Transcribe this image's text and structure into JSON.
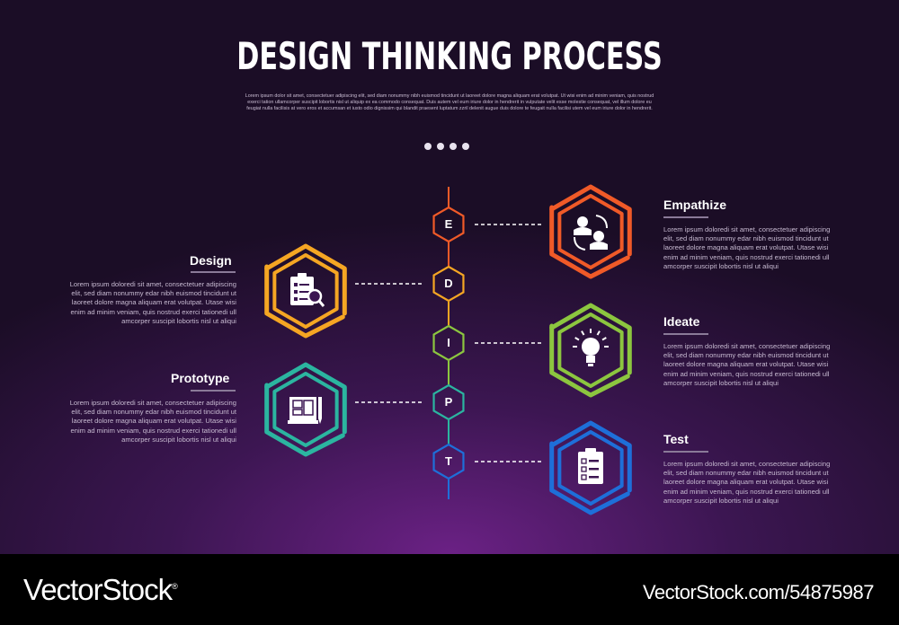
{
  "title": "DESIGN THINKING PROCESS",
  "subtitle": "Lorem ipsum dolor sit amet, consectetuer adipiscing elit, sed diam nonummy nibh euismod tincidunt ut laoreet dolore magna aliquam erat volutpat. Ut wisi enim ad minim veniam, quis nostrud exerci tation ullamcorper suscipit lobortis nisl ut aliquip ex ea commodo consequat. Duis autem vel eum iriure dolor in hendrerit in vulputate velit esse molestie consequat, vel illum dolore eu feugiat nulla facilisis at vero eros et accumsan et iusto odio dignissim qui blandit praesent luptatum zzril delenit augue duis dolore te feugait nulla facilisi utem vel eum iriure dolor in hendrerit.",
  "steps": [
    {
      "letter": "E",
      "label": "Empathize",
      "color": "#f05a28",
      "icon": "people-exchange-icon",
      "text": "Lorem ipsum doloredi sit amet, consectetuer adipiscing elit, sed diam nonummy edar nibh euismod tincidunt ut laoreet dolore magna aliquam erat volutpat. Utase wisi enim ad minim veniam, quis nostrud exerci tationedi ull amcorper suscipit lobortis nisl ut aliqui"
    },
    {
      "letter": "D",
      "label": "Design",
      "color": "#f5a623",
      "icon": "clipboard-search-icon",
      "text": "Lorem ipsum doloredi sit amet, consectetuer adipiscing elit, sed diam nonummy edar nibh euismod tincidunt ut laoreet dolore magna aliquam erat volutpat. Utase wisi enim ad minim veniam, quis nostrud exerci tationedi ull amcorper suscipit lobortis nisl ut aliqui"
    },
    {
      "letter": "I",
      "label": "Ideate",
      "color": "#8cc63f",
      "icon": "lightbulb-icon",
      "text": "Lorem ipsum doloredi sit amet, consectetuer adipiscing elit, sed diam nonummy edar nibh euismod tincidunt ut laoreet dolore magna aliquam erat volutpat. Utase wisi enim ad minim veniam, quis nostrud exerci tationedi ull amcorper suscipit lobortis nisl ut aliqui"
    },
    {
      "letter": "P",
      "label": "Prototype",
      "color": "#2bb5a0",
      "icon": "blueprint-icon",
      "text": "Lorem ipsum doloredi sit amet, consectetuer adipiscing elit, sed diam nonummy edar nibh euismod tincidunt ut laoreet dolore magna aliquam erat volutpat. Utase wisi enim ad minim veniam, quis nostrud exerci tationedi ull amcorper suscipit lobortis nisl ut aliqui"
    },
    {
      "letter": "T",
      "label": "Test",
      "color": "#1e6fd9",
      "icon": "checklist-icon",
      "text": "Lorem ipsum doloredi sit amet, consectetuer adipiscing elit, sed diam nonummy edar nibh euismod tincidunt ut laoreet dolore magna aliquam erat volutpat. Utase wisi enim ad minim veniam, quis nostrud exerci tationedi ull amcorper suscipit lobortis nisl ut aliqui"
    }
  ],
  "footer": {
    "brand": "VectorStock",
    "registered": "®",
    "stock_id": "VectorStock.com/54875987"
  }
}
